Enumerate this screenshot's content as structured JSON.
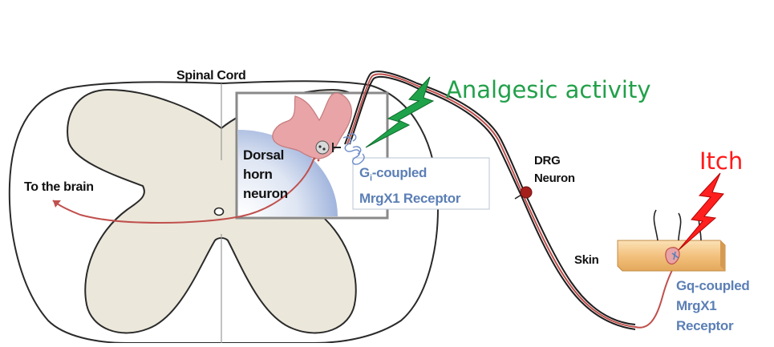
{
  "labels": {
    "spinal_cord": "Spinal Cord",
    "to_brain": "To the brain",
    "dorsal_horn_lines": [
      "Dorsal",
      "horn",
      "neuron"
    ],
    "gi_receptor": {
      "prefix": "G",
      "subscript": "i",
      "rest": "-coupled",
      "line2": "MrgX1 Receptor"
    },
    "drg_lines": [
      "DRG",
      "Neuron"
    ],
    "skin": "Skin",
    "gq_lines": [
      "Gq-coupled",
      "MrgX1",
      "Receptor"
    ],
    "analgesic": "Analgesic activity",
    "itch": "Itch"
  },
  "colors": {
    "gray_matter": "#ebe7da",
    "neuron_fill": "#e8a4a6",
    "axon_red": "#c0504d",
    "blue_text": "#5b7fb5",
    "bolt_green": "#1fa34a",
    "bolt_red": "#ff1f1f",
    "analgesic_text": "#22a04a",
    "itch_text": "#ff1a1a",
    "skin_fill": "#f3c27e"
  },
  "icons": [
    "analgesic-bolt-icon",
    "itch-bolt-icon",
    "receptor-coil-icon"
  ]
}
